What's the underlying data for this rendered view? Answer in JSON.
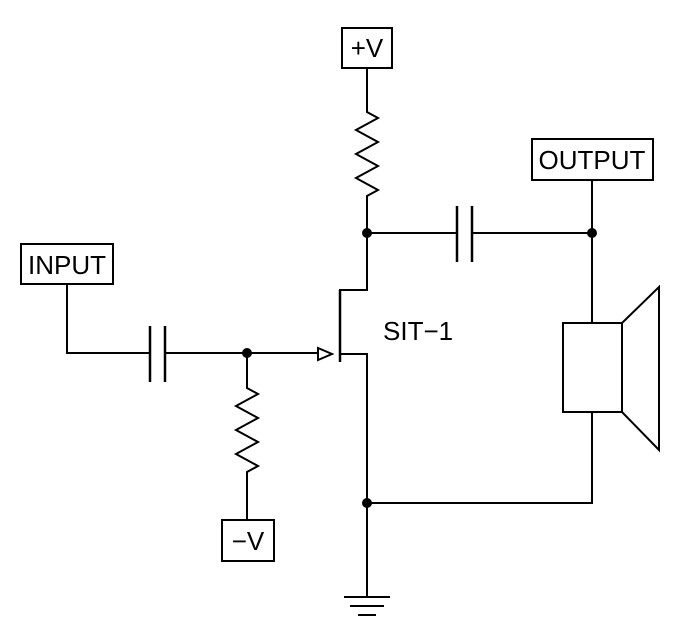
{
  "labels": {
    "plus_v": "+V",
    "minus_v": "−V",
    "input": "INPUT",
    "output": "OUTPUT",
    "transistor": "SIT−1"
  },
  "components": {
    "transistor_type": "SIT",
    "resistors": [
      "drain-resistor",
      "gate-resistor"
    ],
    "capacitors": [
      "input-coupling-capacitor",
      "output-coupling-capacitor"
    ],
    "speaker": "speaker-icon",
    "ground": "ground-icon"
  },
  "colors": {
    "stroke": "#000000",
    "background": "#ffffff"
  }
}
